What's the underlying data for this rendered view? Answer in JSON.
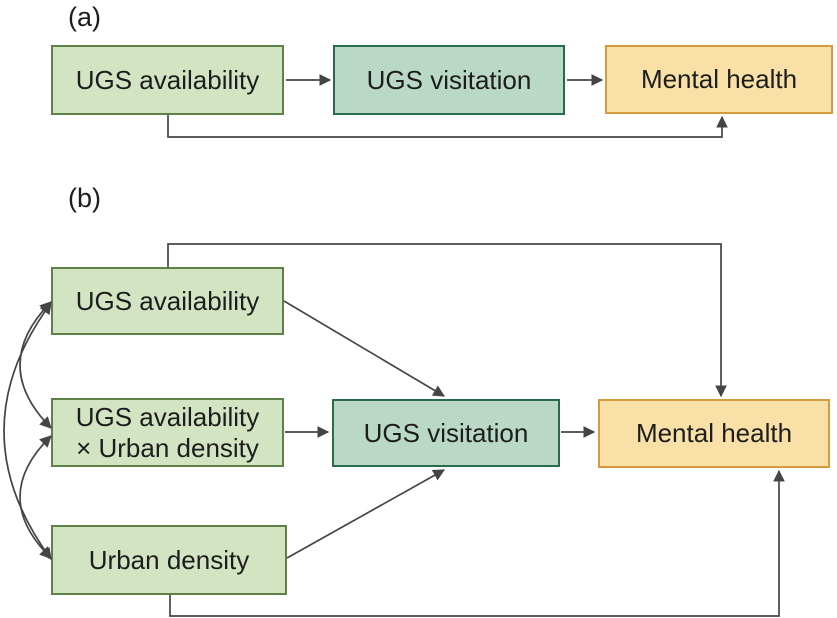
{
  "figure": {
    "panel_a": {
      "label": "(a)",
      "boxes": {
        "ugs_availability": "UGS availability",
        "ugs_visitation": "UGS visitation",
        "mental_health": "Mental health"
      }
    },
    "panel_b": {
      "label": "(b)",
      "boxes": {
        "ugs_availability": "UGS availability",
        "ugs_availability_x_urban_density": "UGS availability\n× Urban density",
        "urban_density": "Urban density",
        "ugs_visitation": "UGS visitation",
        "mental_health": "Mental health"
      }
    },
    "colors": {
      "green_fill": "#d3e4c3",
      "green_border": "#5d8148",
      "teal_fill": "#b9d8c6",
      "teal_border": "#2a6b4c",
      "orange_fill": "#f9e0a6",
      "orange_border": "#d89a3e",
      "arrow": "#454545",
      "text": "#1d1d1d"
    }
  }
}
